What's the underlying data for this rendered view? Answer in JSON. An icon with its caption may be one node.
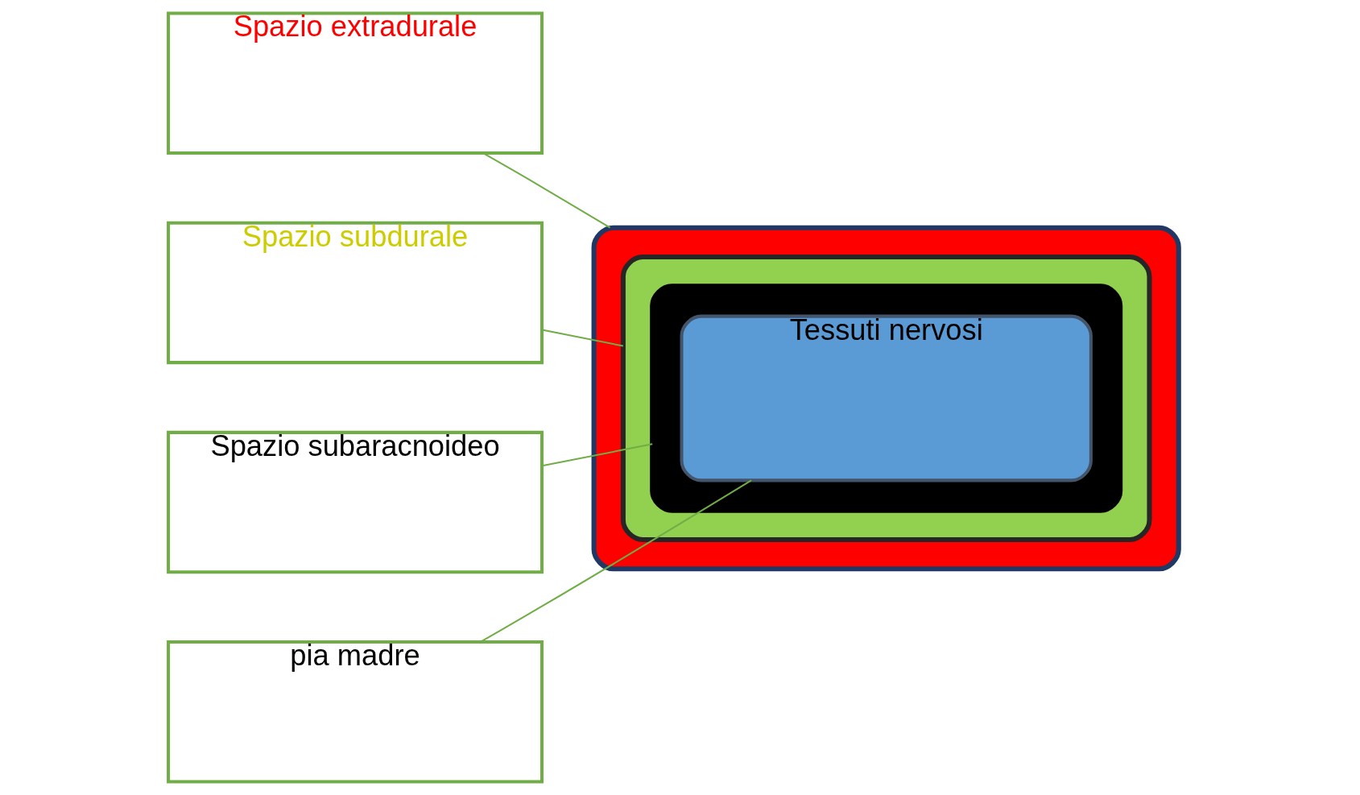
{
  "diagram": {
    "nodes": [
      {
        "text": [
          "Spazio extradurale"
        ]
      },
      {
        "text": [
          "Spazio subdurale"
        ]
      },
      {
        "text": [
          "Spazio subaracnoideo"
        ]
      },
      {
        "text": [
          "pia madre"
        ]
      },
      {
        "text": [],
        "shape": "box"
      },
      {
        "text": [],
        "shape": "box",
        "in": 4
      },
      {
        "text": [],
        "shape": "box",
        "in": 5
      },
      {
        "text": [
          "Tessuti nervosi"
        ],
        "in": 6
      }
    ],
    "edges": [
      {
        "from": 0,
        "to": 4,
        "arrow": "none"
      },
      {
        "from": 1,
        "to": 5,
        "arrow": "none"
      },
      {
        "from": 2,
        "to": 6,
        "arrow": "none"
      },
      {
        "from": 3,
        "to": 7,
        "arrow": "none"
      }
    ]
  }
}
